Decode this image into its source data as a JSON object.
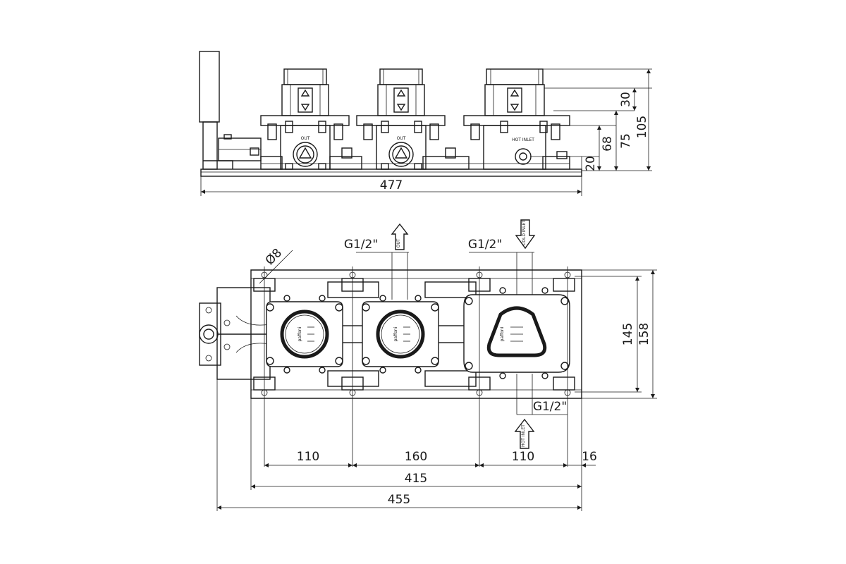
{
  "dimensions": {
    "front_width": "477",
    "h_30": "30",
    "h_20": "20",
    "h_68": "68",
    "h_75": "75",
    "h_105": "105",
    "d_110_left": "110",
    "d_160": "160",
    "d_110_right": "110",
    "d_16": "16",
    "d_415": "415",
    "d_455": "455",
    "d_145": "145",
    "d_158": "158",
    "diameter": "Ø8"
  },
  "threads": {
    "out": "G1/2\"",
    "cold": "G1/2\"",
    "hot": "G1/2\""
  },
  "arrows": {
    "out": "OUT",
    "cold": "COLD INLET",
    "hot": "HOT INLET"
  },
  "small_labels": {
    "out_1": "OUT",
    "out_2": "OUT",
    "hot": "HOT INLET"
  },
  "brand_marks": [
    "paffoni",
    "paffoni",
    "paffoni"
  ]
}
